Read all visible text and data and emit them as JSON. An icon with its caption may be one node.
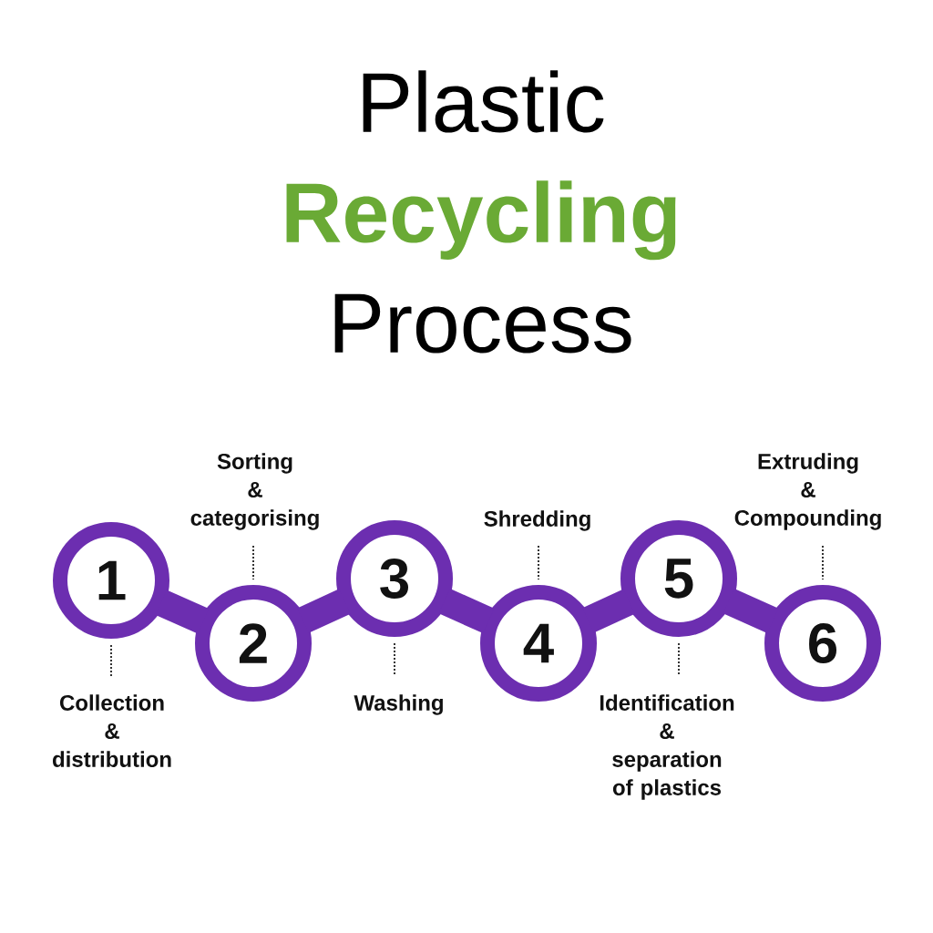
{
  "diagram": {
    "title": "Plastic **Recycling** Process",
    "nodes": [
      {
        "text": [
          "1"
        ]
      },
      {
        "text": [
          "2"
        ]
      },
      {
        "text": [
          "3"
        ]
      },
      {
        "text": [
          "4"
        ]
      },
      {
        "text": [
          "5"
        ]
      },
      {
        "text": [
          "6"
        ]
      },
      {
        "text": [
          "Collection & distribution"
        ]
      },
      {
        "text": [
          "Sorting & categorising"
        ]
      },
      {
        "text": [
          "Washing"
        ]
      },
      {
        "text": [
          "Shredding"
        ]
      },
      {
        "text": [
          "Identification & separation of plastics"
        ]
      },
      {
        "text": [
          "Extruding & Compounding"
        ]
      }
    ],
    "edges": [
      {
        "from": 0,
        "to": 1,
        "arrow": "none",
        "style": "thick",
        "color": "#6c2eb0"
      },
      {
        "from": 1,
        "to": 2,
        "arrow": "none",
        "style": "thick",
        "color": "#6c2eb0"
      },
      {
        "from": 2,
        "to": 3,
        "arrow": "none",
        "style": "thick",
        "color": "#6c2eb0"
      },
      {
        "from": 3,
        "to": 4,
        "arrow": "none",
        "style": "thick",
        "color": "#6c2eb0"
      },
      {
        "from": 4,
        "to": 5,
        "arrow": "none",
        "style": "thick",
        "color": "#6c2eb0"
      },
      {
        "from": 6,
        "to": 0,
        "arrow": "none",
        "style": "dashed"
      },
      {
        "from": 7,
        "to": 1,
        "arrow": "none",
        "style": "dashed"
      },
      {
        "from": 8,
        "to": 2,
        "arrow": "none",
        "style": "dashed"
      },
      {
        "from": 9,
        "to": 3,
        "arrow": "none",
        "style": "dashed"
      },
      {
        "from": 10,
        "to": 4,
        "arrow": "none",
        "style": "dashed"
      },
      {
        "from": 11,
        "to": 5,
        "arrow": "none",
        "style": "dashed"
      }
    ]
  }
}
